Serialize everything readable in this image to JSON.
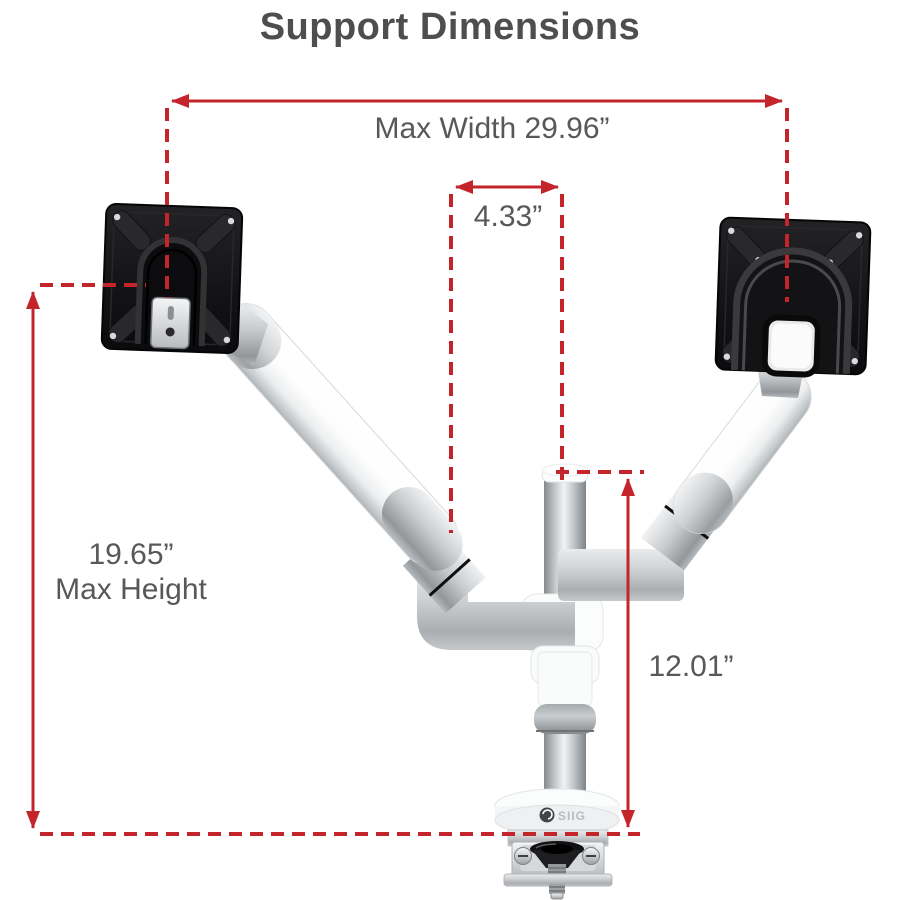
{
  "title": "Support Dimensions",
  "brand_logo": "SIIG",
  "colors": {
    "dimension_red": "#c4252b",
    "label_gray": "#57585a",
    "title_gray": "#4d4e50"
  },
  "dimensions": {
    "max_width": "Max Width 29.96”",
    "monitor_center_gap": "4.33”",
    "max_height_value": "19.65”",
    "max_height_caption": "Max Height",
    "pole_height": "12.01”"
  }
}
